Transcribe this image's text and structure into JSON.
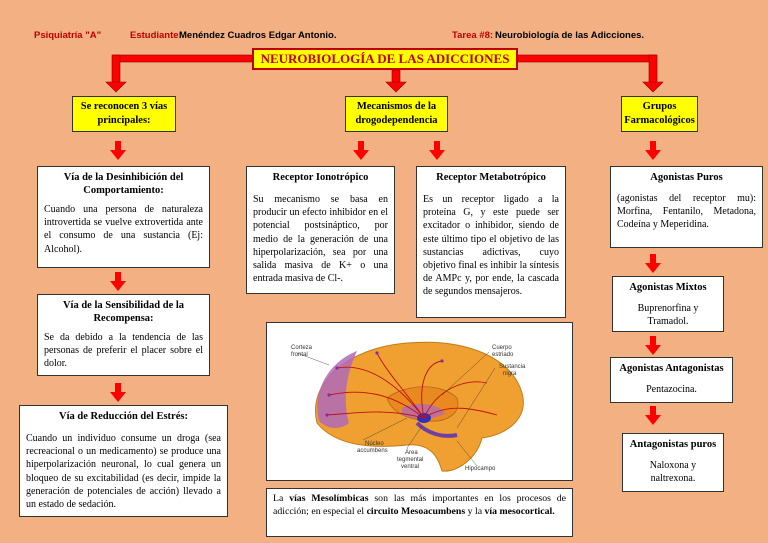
{
  "header": {
    "course": "Psiquiatría \"A\"",
    "student_label": "Estudiante:",
    "student_name": "Menéndez Cuadros Edgar Antonio.",
    "task_label": "Tarea #8:",
    "task_title": "Neurobiología de las Adicciones."
  },
  "title": "NEUROBIOLOGÍA DE LAS ADICCIONES",
  "branches": {
    "vias": "Se reconocen 3 vías principales:",
    "mecanismos": "Mecanismos de la drogodependencia",
    "grupos": "Grupos Farmacológicos"
  },
  "vias": [
    {
      "title": "Vía de la Desinhibición del Comportamiento:",
      "text": "Cuando una persona de naturaleza introvertida se vuelve extrovertida ante el consumo de una sustancia (Ej: Alcohol)."
    },
    {
      "title": "Vía de la Sensibilidad de la Recompensa:",
      "text": "Se da debido a la tendencia de las personas de preferir el placer sobre el dolor."
    },
    {
      "title": "Vía de Reducción del Estrés:",
      "text": "Cuando un individuo consume un droga (sea recreacional o un medicamento) se produce una hiperpolarización neuronal, lo cual genera un bloqueo de su excitabilidad (es decir, impide la generación de potenciales de acción) llevado a un estado de sedación."
    }
  ],
  "receptores": [
    {
      "title": "Receptor Ionotrópico",
      "text": "Su mecanismo se basa en producir un efecto inhibidor en el potencial postsináptico, por medio de la generación de una hiperpolarización, sea por una salida masiva de K+ o una entrada masiva de Cl-."
    },
    {
      "title": "Receptor Metabotrópico",
      "text": "Es un receptor ligado a la proteína G, y este puede ser excitador o inhibidor, siendo de este último tipo el objetivo de las sustancias adictivas, cuyo objetivo final es inhibir la síntesis de AMPc y, por ende, la cascada de segundos mensajeros."
    }
  ],
  "brain_labels": {
    "corteza": [
      "Corteza",
      "frontal"
    ],
    "cuerpo": [
      "Cuerpo",
      "estriado"
    ],
    "sustancia": [
      "Sustancia",
      "nigra"
    ],
    "nucleo": [
      "Núcleo",
      "accumbens"
    ],
    "area": [
      "Área",
      "tegmental",
      "ventral"
    ],
    "hipocampo": [
      "Hipocampo"
    ]
  },
  "caption": {
    "p1": "La ",
    "b1": "vías Mesolímbicas",
    "p2": " son las más importantes en los procesos de adicción; en especial el ",
    "b2": "circuito Mesoacumbens",
    "p3": " y la ",
    "b3": "vía mesocortical."
  },
  "grupos": [
    {
      "title": "Agonistas Puros",
      "text": "(agonistas del receptor mu): Morfina, Fentanilo, Metadona, Codeína y Meperidina."
    },
    {
      "title": "Agonistas Mixtos",
      "text": "Buprenorfina y Tramadol."
    },
    {
      "title": "Agonistas Antagonistas",
      "text": "Pentazocina."
    },
    {
      "title": "Antagonistas puros",
      "text": "Naloxona y naltrexona."
    }
  ]
}
